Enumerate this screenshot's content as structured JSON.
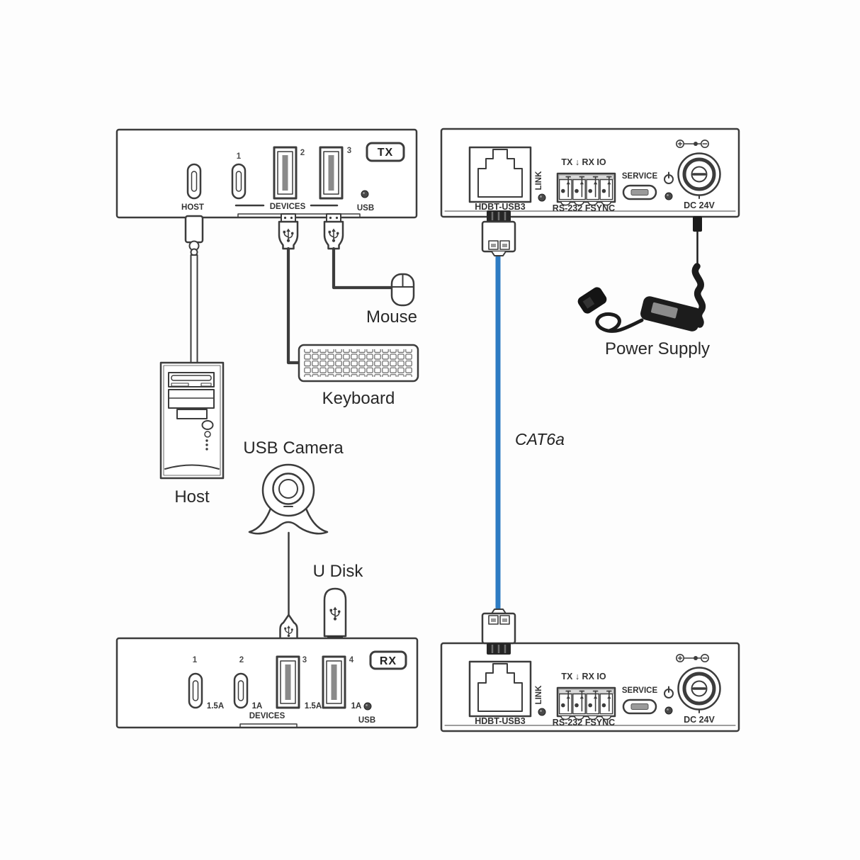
{
  "tx_unit": {
    "badge": "TX",
    "port_numbers": [
      "1",
      "2",
      "3"
    ],
    "host_label": "HOST",
    "devices_label": "DEVICES",
    "usb_led_label": "USB"
  },
  "rx_unit": {
    "badge": "RX",
    "ports": [
      {
        "number": "1",
        "current": "1.5A"
      },
      {
        "number": "2",
        "current": "1A"
      },
      {
        "number": "3",
        "current": "1.5A"
      },
      {
        "number": "4",
        "current": "1A"
      }
    ],
    "devices_label": "DEVICES",
    "usb_led_label": "USB"
  },
  "hdbt_top": {
    "rj45_label": "HDBT-USB3",
    "link_label": "LINK",
    "io_header": "TX ↓ RX IO",
    "rs232_label": "RS-232",
    "fsync_label": "FSYNC",
    "service_label": "SERVICE",
    "dc_label": "DC 24V"
  },
  "hdbt_bottom": {
    "rj45_label": "HDBT-USB3",
    "link_label": "LINK",
    "io_header": "TX ↓ RX IO",
    "rs232_label": "RS-232",
    "fsync_label": "FSYNC",
    "service_label": "SERVICE",
    "dc_label": "DC 24V"
  },
  "peripherals": {
    "host": "Host",
    "mouse": "Mouse",
    "keyboard": "Keyboard",
    "usb_camera": "USB Camera",
    "u_disk": "U Disk",
    "power_supply": "Power Supply"
  },
  "cable": {
    "label": "CAT6a",
    "color": "#2e7cc3"
  },
  "colors": {
    "line": "#3c3c3c",
    "text": "#2b2b2b"
  }
}
